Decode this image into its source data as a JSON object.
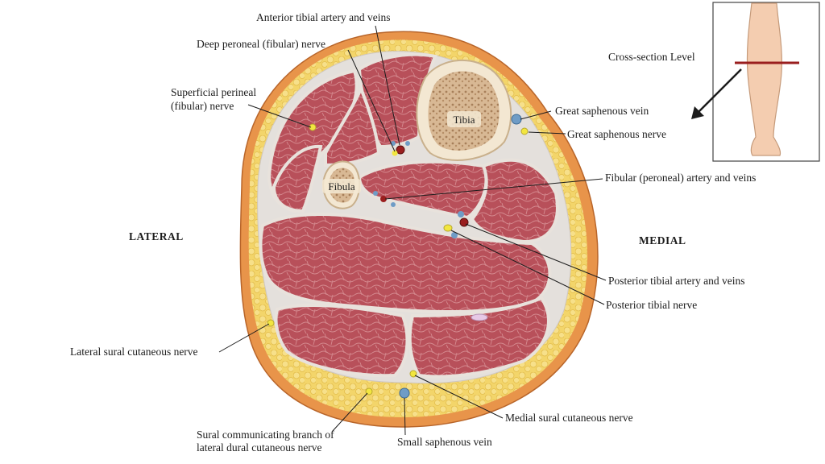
{
  "orientation": {
    "lateral": "LATERAL",
    "medial": "MEDIAL"
  },
  "bones": {
    "tibia": "Tibia",
    "fibula": "Fibula"
  },
  "inset": {
    "caption": "Cross-section Level"
  },
  "labels": {
    "anterior_tibial_artery": "Anterior tibial artery and veins",
    "deep_peroneal_nerve": "Deep peroneal (fibular) nerve",
    "superficial_perineal_nerve_1": "Superficial perineal",
    "superficial_perineal_nerve_2": "(fibular) nerve",
    "great_saphenous_vein": "Great saphenous vein",
    "great_saphenous_nerve": "Great saphenous nerve",
    "fibular_artery": "Fibular (peroneal) artery and veins",
    "posterior_tibial_artery": "Posterior tibial artery and  veins",
    "posterior_tibial_nerve": "Posterior tibial nerve",
    "lateral_sural_nerve": "Lateral sural cutaneous nerve",
    "medial_sural_nerve": "Medial sural cutaneous nerve",
    "sural_communicating_1": "Sural communicating branch of",
    "sural_communicating_2": "lateral dural cutaneous nerve",
    "small_saphenous_vein": "Small saphenous vein"
  },
  "colors": {
    "skin": "#e8944a",
    "fat": "#f3d56a",
    "muscle": "#b8505a",
    "fascia": "#e4e0dc",
    "bone": "#f3e7d2",
    "nerve": "#f2e640",
    "vein": "#6f9cc6",
    "artery": "#9a1e1e"
  }
}
